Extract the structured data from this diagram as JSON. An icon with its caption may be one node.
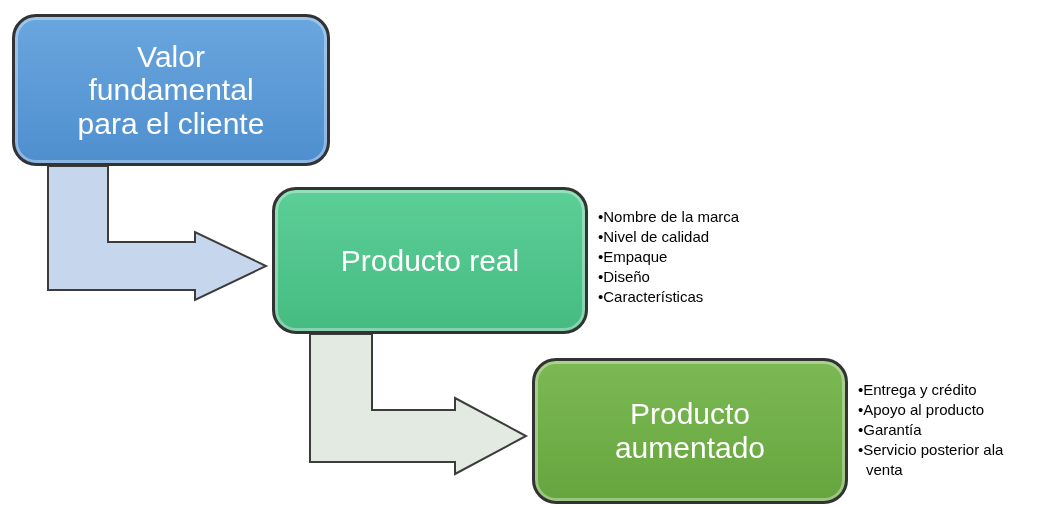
{
  "diagram": {
    "nodes": [
      {
        "text": [
          "Valor fundamental para el cliente"
        ]
      },
      {
        "text": [
          "Producto real"
        ],
        "beside": [
          "•Nombre de la marca",
          "•Nivel de calidad",
          "•Empaque",
          "•Diseño",
          "•Características"
        ]
      },
      {
        "text": [
          "Producto aumentado"
        ],
        "beside": [
          "•Entrega y crédito",
          "•Apoyo al producto",
          "•Garantía",
          "•Servicio posterior ala venta"
        ]
      }
    ],
    "edges": [
      {
        "from": 0,
        "to": 1,
        "arrow": "to"
      },
      {
        "from": 1,
        "to": 2,
        "arrow": "to"
      }
    ]
  }
}
